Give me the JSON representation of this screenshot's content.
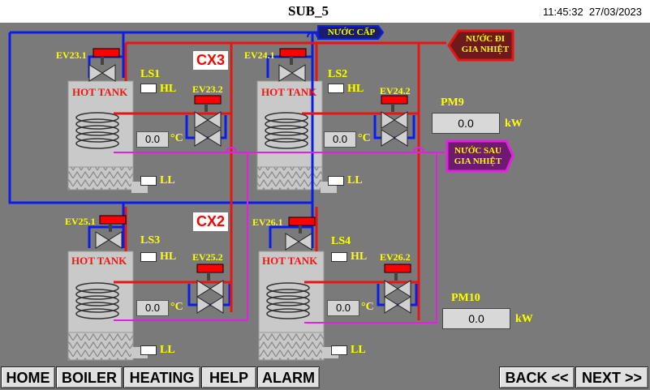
{
  "header": {
    "title": "SUB_5",
    "time": "11:45:32",
    "date": "27/03/2023"
  },
  "zones": {
    "cx3": "CX3",
    "cx2": "CX2"
  },
  "legend": {
    "cold_supply": "NƯỚC CẤP",
    "to_heating_line1": "NƯỚC ĐI",
    "to_heating_line2": "GIA NHIỆT",
    "after_heating_line1": "NƯỚC SAU",
    "after_heating_line2": "GIA NHIỆT"
  },
  "tanks": [
    {
      "inlet_valve": "EV23.1",
      "loop_valve": "EV23.2",
      "level_switch": "LS1",
      "label": "HOT TANK",
      "temp": "0.0",
      "temp_unit": "°C",
      "high_level": "HL",
      "low_level": "LL"
    },
    {
      "inlet_valve": "EV24.1",
      "loop_valve": "EV24.2",
      "level_switch": "LS2",
      "label": "HOT TANK",
      "temp": "0.0",
      "temp_unit": "°C",
      "high_level": "HL",
      "low_level": "LL"
    },
    {
      "inlet_valve": "EV25.1",
      "loop_valve": "EV25.2",
      "level_switch": "LS3",
      "label": "HOT TANK",
      "temp": "0.0",
      "temp_unit": "°C",
      "high_level": "HL",
      "low_level": "LL"
    },
    {
      "inlet_valve": "EV26.1",
      "loop_valve": "EV26.2",
      "level_switch": "LS4",
      "label": "HOT TANK",
      "temp": "0.0",
      "temp_unit": "°C",
      "high_level": "HL",
      "low_level": "LL"
    }
  ],
  "meters": [
    {
      "name": "PM9",
      "value": "0.0",
      "unit": "kW"
    },
    {
      "name": "PM10",
      "value": "0.0",
      "unit": "kW"
    }
  ],
  "nav": {
    "home": "HOME",
    "boiler": "BOILER",
    "heating": "HEATING",
    "help": "HELP",
    "alarm": "ALARM",
    "back": "BACK <<",
    "next": "NEXT >>"
  },
  "colors": {
    "cold_pipe": "#0a1ee8",
    "hot_pipe": "#e81515",
    "return_pipe": "#e41ee4",
    "background": "#7a7a7a",
    "label": "#ffff00"
  }
}
